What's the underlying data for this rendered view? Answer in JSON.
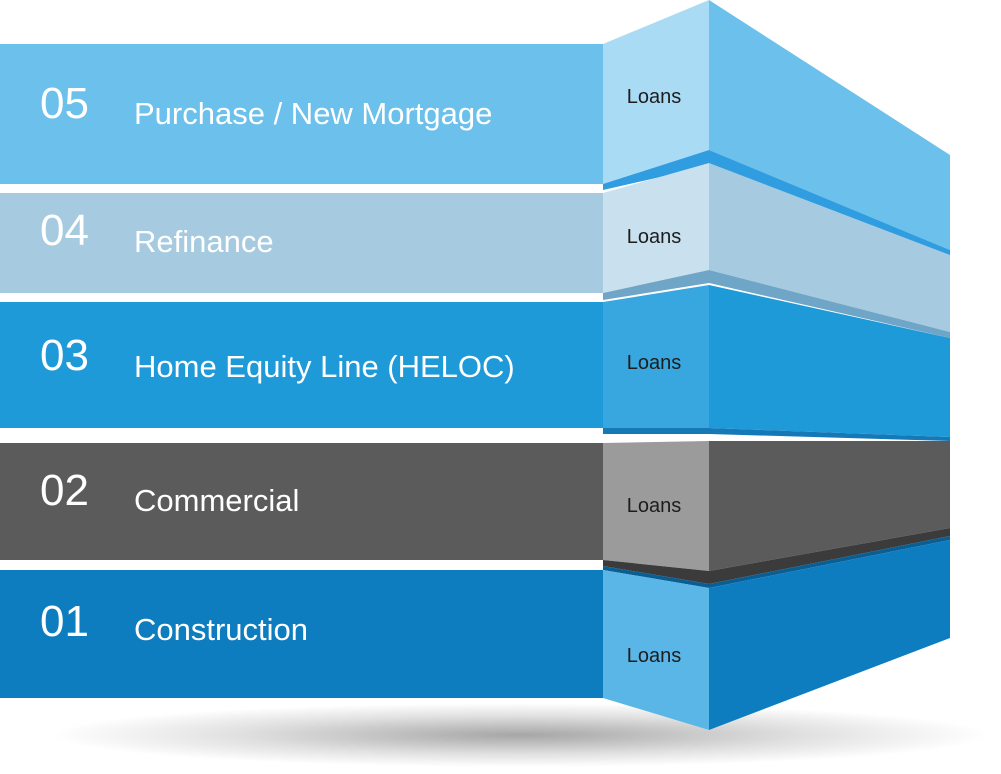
{
  "layers": [
    {
      "number": "05",
      "title": "Purchase / New Mortgage",
      "tag": "Loans",
      "colors": {
        "front": "#6cc0ec",
        "face": "#a9dbf5",
        "side": "#6cc0ec",
        "under": "#2f9de0"
      }
    },
    {
      "number": "04",
      "title": "Refinance",
      "tag": "Loans",
      "colors": {
        "front": "#a6cbe0",
        "face": "#c9e0ee",
        "side": "#a6cbe0",
        "under": "#6fa6c7"
      }
    },
    {
      "number": "03",
      "title": "Home Equity Line (HELOC)",
      "tag": "Loans",
      "colors": {
        "front": "#1f9ad9",
        "face": "#38a7df",
        "side": "#1f9ad9",
        "under": "#1679b7"
      }
    },
    {
      "number": "02",
      "title": "Commercial",
      "tag": "Loans",
      "colors": {
        "front": "#5b5b5b",
        "face": "#9b9b9b",
        "side": "#5b5b5b",
        "under": "#3b3b3b"
      }
    },
    {
      "number": "01",
      "title": "Construction",
      "tag": "Loans",
      "colors": {
        "front": "#0e7dbf",
        "face": "#5bb6e8",
        "side": "#0e7dbf",
        "under": "#095f94"
      }
    }
  ]
}
